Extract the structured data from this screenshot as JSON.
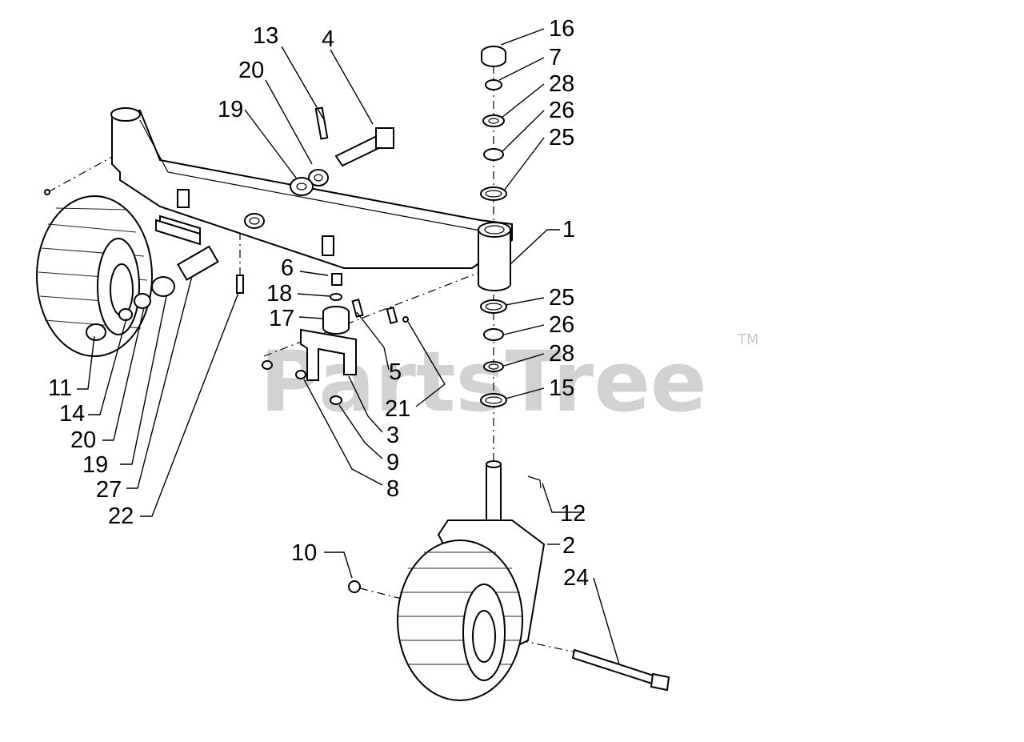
{
  "watermark": {
    "brand": "PartsTree",
    "trademark": "TM"
  },
  "callouts": [
    {
      "id": "c16",
      "label": "16"
    },
    {
      "id": "c7",
      "label": "7"
    },
    {
      "id": "c28a",
      "label": "28"
    },
    {
      "id": "c26a",
      "label": "26"
    },
    {
      "id": "c25a",
      "label": "25"
    },
    {
      "id": "c1",
      "label": "1"
    },
    {
      "id": "c25b",
      "label": "25"
    },
    {
      "id": "c26b",
      "label": "26"
    },
    {
      "id": "c28b",
      "label": "28"
    },
    {
      "id": "c15",
      "label": "15"
    },
    {
      "id": "c12",
      "label": "12"
    },
    {
      "id": "c2",
      "label": "2"
    },
    {
      "id": "c24",
      "label": "24"
    },
    {
      "id": "c10",
      "label": "10"
    },
    {
      "id": "c13",
      "label": "13"
    },
    {
      "id": "c4",
      "label": "4"
    },
    {
      "id": "c20a",
      "label": "20"
    },
    {
      "id": "c19a",
      "label": "19"
    },
    {
      "id": "c6",
      "label": "6"
    },
    {
      "id": "c18",
      "label": "18"
    },
    {
      "id": "c17",
      "label": "17"
    },
    {
      "id": "c5",
      "label": "5"
    },
    {
      "id": "c21",
      "label": "21"
    },
    {
      "id": "c3",
      "label": "3"
    },
    {
      "id": "c9",
      "label": "9"
    },
    {
      "id": "c8",
      "label": "8"
    },
    {
      "id": "c11",
      "label": "11"
    },
    {
      "id": "c14",
      "label": "14"
    },
    {
      "id": "c20b",
      "label": "20"
    },
    {
      "id": "c19b",
      "label": "19"
    },
    {
      "id": "c27",
      "label": "27"
    },
    {
      "id": "c22",
      "label": "22"
    }
  ]
}
